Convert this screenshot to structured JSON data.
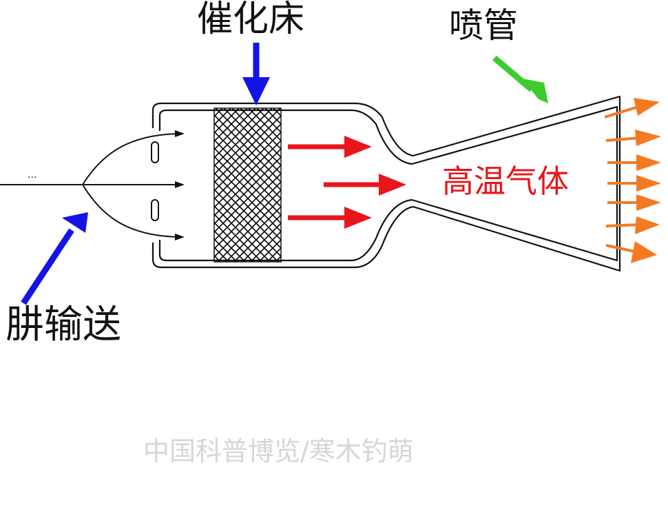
{
  "labels": {
    "catalyst_bed": "催化床",
    "nozzle": "喷管",
    "hydrazine_feed": "肼输送",
    "hot_gas": "高温气体",
    "credit": "中国科普博览/寒木钓萌"
  },
  "colors": {
    "outline": "#111111",
    "blue_arrow": "#1414e6",
    "green_arrow": "#3ccc2e",
    "red_arrow": "#e8151b",
    "orange_arrow": "#f47a22",
    "credit_text": "#d6d6d6"
  }
}
